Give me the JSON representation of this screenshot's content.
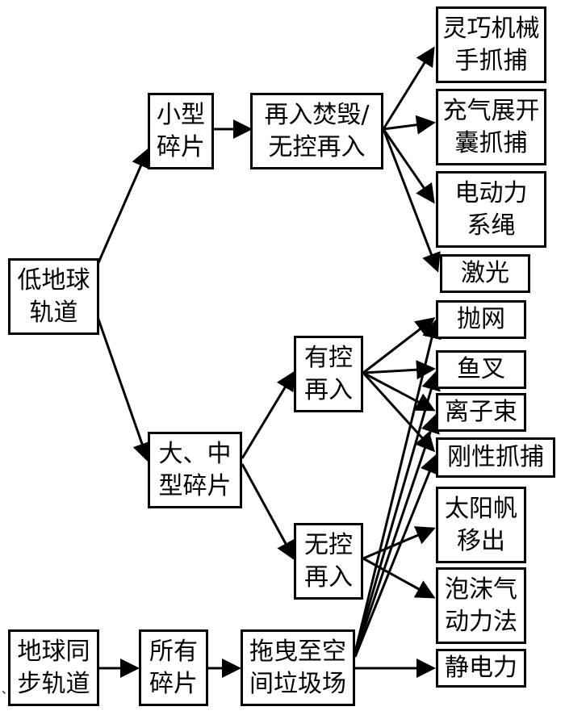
{
  "nodes": {
    "leo": "低地球\n轨道",
    "small_debris": "小型\n碎片",
    "reentry_burn": "再入焚毁/\n无控再入",
    "dexterous_arm": "灵巧机械\n手抓捕",
    "airbag": "充气展开\n囊抓捕",
    "edt": "电动力\n系绳",
    "laser": "激光",
    "large_medium": "大、中\n型碎片",
    "controlled_reentry": "有控\n再入",
    "uncontrolled_reentry": "无控\n再入",
    "net": "抛网",
    "harpoon": "鱼叉",
    "ion_beam": "离子束",
    "rigid_capture": "刚性抓捕",
    "solar_sail": "太阳帆\n移出",
    "foam": "泡沫气\n动力法",
    "electrostatic": "静电力",
    "geo": "地球同\n步轨道",
    "all_debris": "所有\n碎片",
    "graveyard": "拖曳至空\n间垃圾场"
  },
  "stray_mark": "、"
}
